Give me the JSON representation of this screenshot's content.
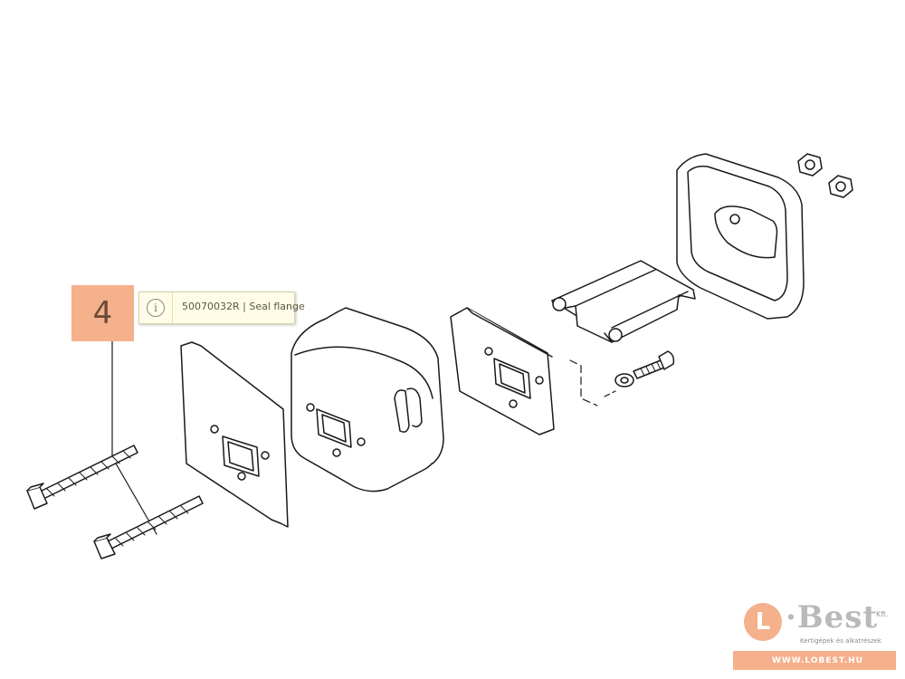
{
  "callout": {
    "number": "4"
  },
  "tooltip": {
    "icon": "info-icon",
    "text": "50070032R | Seal flange"
  },
  "watermark": {
    "logo_letter": "L",
    "brand": "·Best",
    "legal_suffix": "Kft.",
    "tagline": "Kertigépek és alkatrészek",
    "url": "WWW.LOBEST.HU"
  },
  "colors": {
    "callout_fill": "#f5b08c",
    "line_art": "#1a1a1a",
    "tooltip_fill": "#fffde8",
    "logo_grey": "#b9b9b9"
  }
}
